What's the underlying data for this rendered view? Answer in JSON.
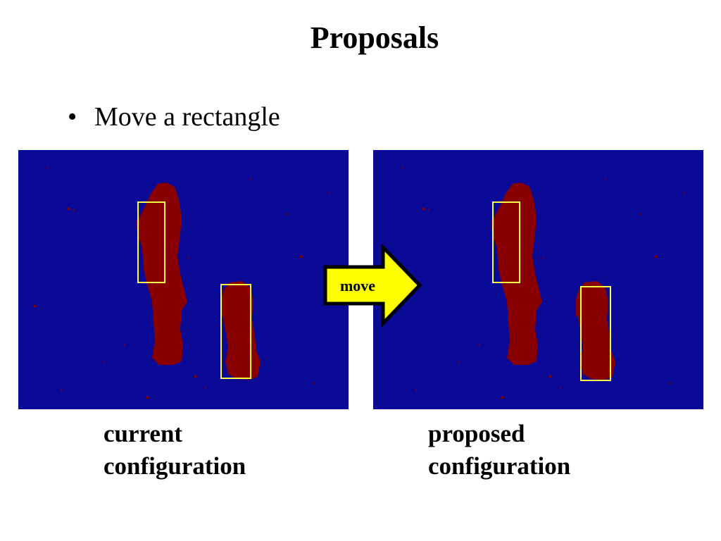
{
  "slide": {
    "title": "Proposals",
    "bullet_symbol": "•",
    "bullet_text": "Move a rectangle"
  },
  "arrow": {
    "label": "move",
    "fill_color": "#ffff00",
    "outline_color": "#000000"
  },
  "captions": {
    "left_line1": "current",
    "left_line2": "configuration",
    "right_line1": "proposed",
    "right_line2": "configuration"
  },
  "colors": {
    "background_blue": "#0a0a96",
    "blob_red": "#880000",
    "rectangle_outline": "#ffff44"
  }
}
